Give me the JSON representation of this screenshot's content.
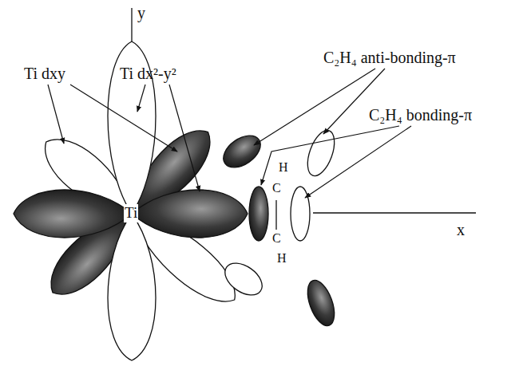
{
  "diagram": {
    "labels": [
      "y",
      "Ti dxy",
      "Ti dx²-y²",
      "C₂H₄ anti-bonding-π",
      "C₂H₄ bonding-π",
      "x",
      "Ti",
      "H",
      "C",
      "C",
      "H"
    ]
  }
}
